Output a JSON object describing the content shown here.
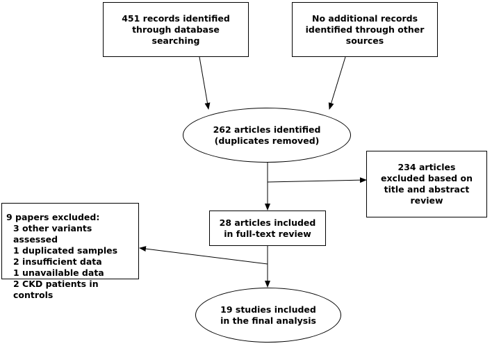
{
  "boxes": {
    "db_search": "451 records identified through database searching",
    "other_sources": "No additional records identified through other sources",
    "identified": "262 articles identified (duplicates removed)",
    "excluded_title": "234 articles excluded based on title and abstract review",
    "fulltext": "28 articles included in full-text review",
    "final": "19 studies included in the final analysis"
  },
  "excluded_papers": {
    "heading": "9 papers excluded:",
    "items": [
      "3 other variants assessed",
      "1 duplicated samples",
      "2 insufficient data",
      "1 unavailable data",
      "2 CKD patients in controls"
    ]
  }
}
